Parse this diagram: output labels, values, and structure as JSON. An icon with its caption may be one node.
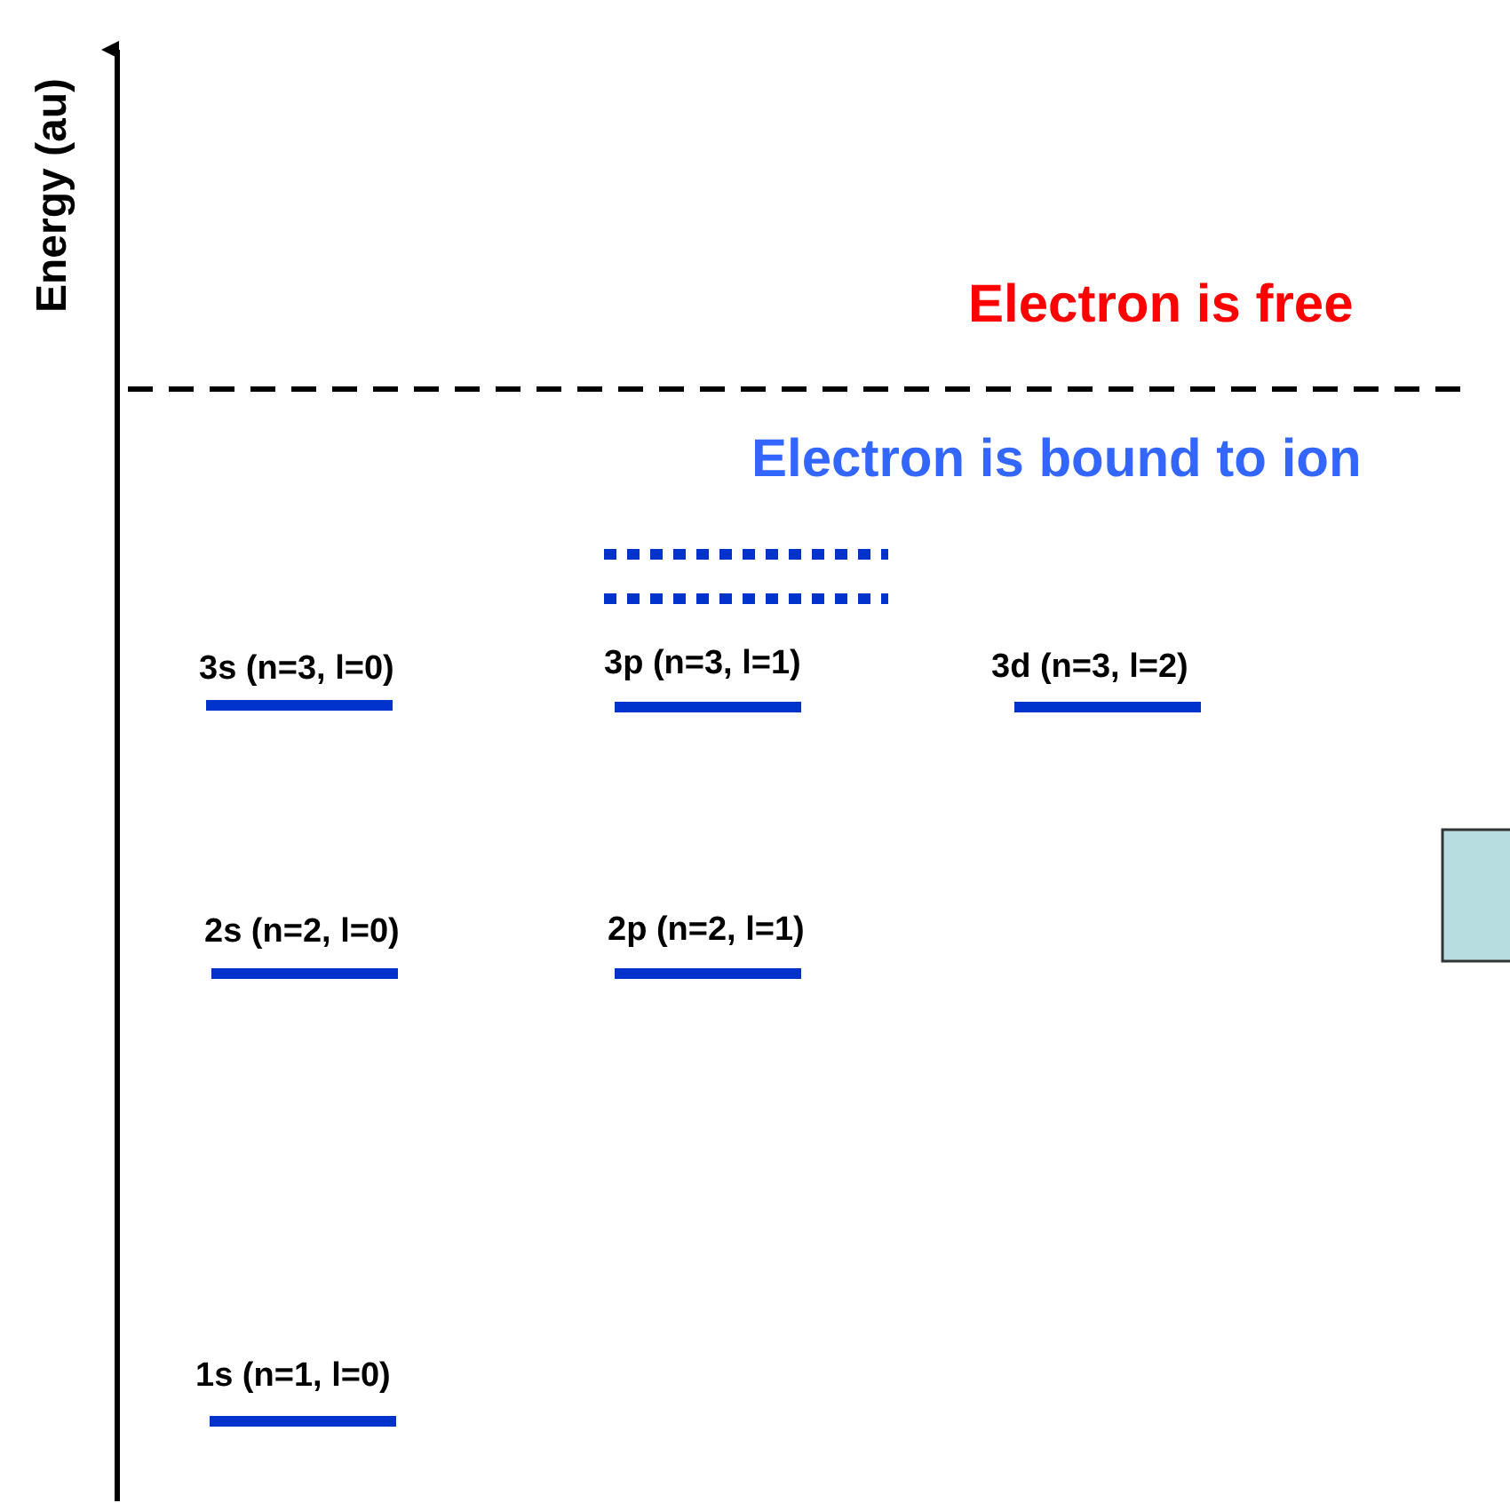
{
  "diagram": {
    "labels": [
      "Energy (au)",
      "Electron is free",
      "Electron is bound to ion",
      "3s (n=3, l=0)",
      "3p (n=3, l=1)",
      "3d (n=3, l=2)",
      "2s (n=2, l=0)",
      "2p (n=2, l=1)",
      "1s (n=1, l=0)"
    ]
  }
}
